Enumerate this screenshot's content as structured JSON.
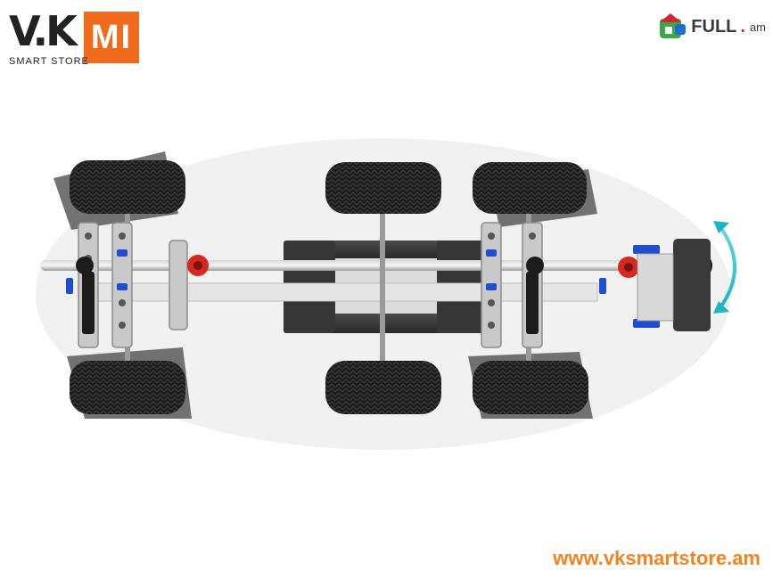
{
  "brand": {
    "vk_logo": "V.K",
    "mi_logo": "MI",
    "tagline": "SMART STORE",
    "accent": "#f26a1b"
  },
  "partner": {
    "name": "FULL",
    "suffix": "am",
    "icon": "house-tag-icon"
  },
  "footer": {
    "website": "www.vksmartstore.am",
    "color": "#f5821f"
  },
  "scene": {
    "subject": "chassis-top-view",
    "wheel_count": 6
  }
}
